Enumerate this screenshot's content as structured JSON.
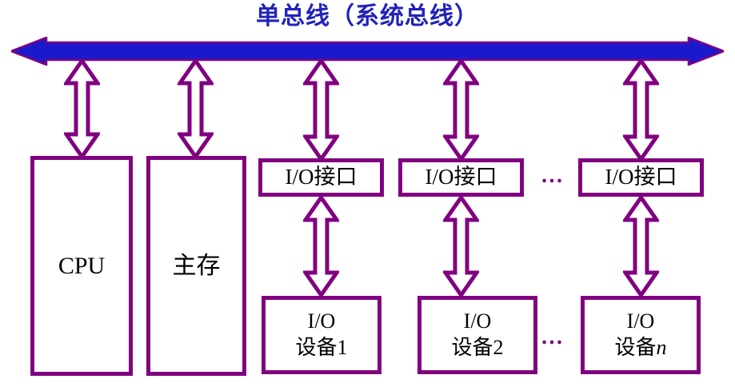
{
  "diagram": {
    "title": "单总线（系统总线）",
    "title_color": "#2222bb",
    "bus": {
      "name": "系统总线",
      "fill_color": "#1a1acc",
      "outline_color": "#800080",
      "direction": "bidirectional"
    },
    "box_outline_color": "#800080",
    "box_fill_color": "#ffffff",
    "label_color": "#000000",
    "ellipsis_color": "#800080",
    "ellipsis": "…",
    "blocks": [
      {
        "id": "cpu",
        "label": "CPU",
        "label2": ""
      },
      {
        "id": "main-memory",
        "label": "主存",
        "label2": ""
      },
      {
        "id": "io-interface-1",
        "label": "I/O接口",
        "label2": ""
      },
      {
        "id": "io-interface-2",
        "label": "I/O接口",
        "label2": ""
      },
      {
        "id": "io-interface-n",
        "label": "I/O接口",
        "label2": ""
      },
      {
        "id": "io-device-1",
        "label": "I/O",
        "label2": "设备1"
      },
      {
        "id": "io-device-2",
        "label": "I/O",
        "label2": "设备2"
      },
      {
        "id": "io-device-n",
        "label": "I/O",
        "label2_prefix": "设备",
        "label2_italic": "n"
      }
    ],
    "connectors": [
      {
        "from": "bus",
        "to": "cpu",
        "type": "double-arrow"
      },
      {
        "from": "bus",
        "to": "main-memory",
        "type": "double-arrow"
      },
      {
        "from": "bus",
        "to": "io-interface-1",
        "type": "double-arrow"
      },
      {
        "from": "bus",
        "to": "io-interface-2",
        "type": "double-arrow"
      },
      {
        "from": "bus",
        "to": "io-interface-n",
        "type": "double-arrow"
      },
      {
        "from": "io-interface-1",
        "to": "io-device-1",
        "type": "double-arrow"
      },
      {
        "from": "io-interface-2",
        "to": "io-device-2",
        "type": "double-arrow"
      },
      {
        "from": "io-interface-n",
        "to": "io-device-n",
        "type": "double-arrow"
      }
    ]
  }
}
